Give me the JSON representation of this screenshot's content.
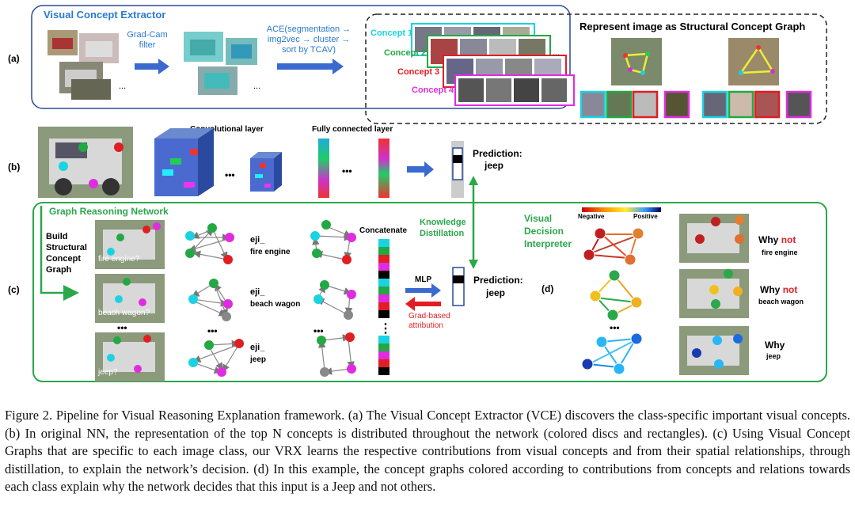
{
  "panel_a": {
    "marker": "(a)",
    "vce_title": "Visual Concept Extractor",
    "gradcam_label": [
      "Grad-Cam",
      "filter"
    ],
    "ace_label": [
      "ACE(segmentation →",
      "img2vec → cluster →",
      "sort by TCAV)"
    ],
    "ellipsis": "...",
    "concepts": [
      {
        "label": "Concept 1",
        "color": "#1ad3e0"
      },
      {
        "label": "Concept 2",
        "color": "#22a844"
      },
      {
        "label": "Concept 3",
        "color": "#e01e24"
      },
      {
        "label": "Concept 4",
        "color": "#e02ce0"
      }
    ],
    "graph_title": "Represent image as Structural Concept Graph"
  },
  "panel_b": {
    "marker": "(b)",
    "conv_label": "Convolutional layer",
    "fc_label": "Fully connected layer",
    "dots": "•••",
    "prediction": [
      "Prediction:",
      "jeep"
    ]
  },
  "panel_c": {
    "marker": "(c)",
    "grn_title": "Graph Reasoning Network",
    "build_label": [
      "Build",
      "Structural",
      "Concept",
      "Graph"
    ],
    "queries": [
      "fire engine?",
      "beach wagon?",
      "jeep?"
    ],
    "eji_labels": [
      [
        "eji_",
        "fire engine"
      ],
      [
        "eji_",
        "beach wagon"
      ],
      [
        "eji_",
        "jeep"
      ]
    ],
    "concatenate": "Concatenate",
    "mlp": "MLP",
    "grad_attr": [
      "Grad-based",
      "attribution"
    ],
    "knowledge": [
      "Knowledge",
      "Distillation"
    ],
    "prediction": [
      "Prediction:",
      "jeep"
    ],
    "dots": "•••",
    "vdots": "⋮"
  },
  "panel_d": {
    "marker": "(d)",
    "vdi_title": [
      "Visual",
      "Decision",
      "Interpreter"
    ],
    "negative": "Negative",
    "positive": "Positive",
    "why": [
      {
        "q": "Why",
        "not": "not",
        "cls": "fire engine"
      },
      {
        "q": "Why",
        "not": "not",
        "cls": "beach wagon"
      },
      {
        "q": "Why",
        "not": "",
        "cls": "jeep"
      }
    ]
  },
  "caption": "Figure 2. Pipeline for Visual Reasoning Explanation framework. (a) The Visual Concept Extractor (VCE) discovers the class-specific important visual concepts. (b) In original NN, the representation of the top N concepts is distributed throughout the network (colored discs and rectangles). (c) Using Visual Concept Graphs that are specific to each image class, our VRX learns the respective contributions from visual concepts and from their spatial relationships, through distillation, to explain the network’s decision. (d) In this example, the concept graphs colored according to contributions from concepts and relations towards each class explain why the network decides that this input is a Jeep and not others."
}
